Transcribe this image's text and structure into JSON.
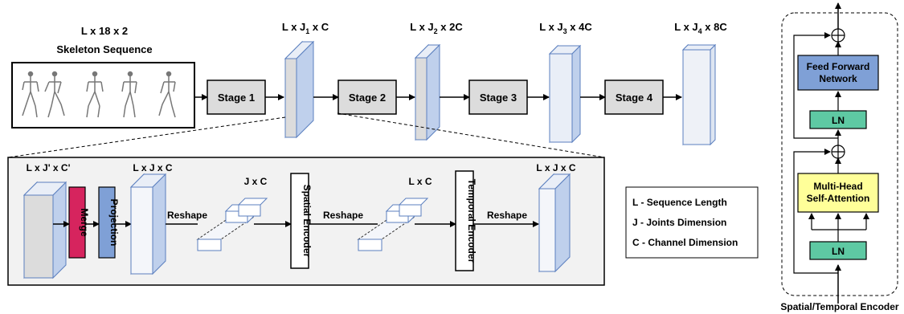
{
  "top": {
    "input_dims": "L x 18 x 2",
    "input_title": "Skeleton Sequence",
    "stages": [
      "Stage 1",
      "Stage 2",
      "Stage 3",
      "Stage 4"
    ],
    "dims": [
      {
        "base": "L x J",
        "sub": "1",
        "rest": " x C"
      },
      {
        "base": "L x J",
        "sub": "2",
        "rest": " x 2C"
      },
      {
        "base": "L x J",
        "sub": "3",
        "rest": "  x 4C"
      },
      {
        "base": "L x J",
        "sub": "4",
        "rest": " x 8C"
      }
    ]
  },
  "detail": {
    "in_dims": "L x J' x C'",
    "merge": "Merge",
    "projection": "Projection",
    "proj_dims": "L x J x C",
    "reshape1": "Reshape",
    "jxc": "J x C",
    "spatial": "Spatial Encoder",
    "reshape2": "Reshape",
    "lxc": "L x C",
    "temporal": "Temporal Encoder",
    "reshape3": "Reshape",
    "out_dims": "L x J x C"
  },
  "legend": [
    "L - Sequence Length",
    "J - Joints Dimension",
    "C - Channel Dimension"
  ],
  "encoder": {
    "ffn_line1": "Feed Forward",
    "ffn_line2": "Network",
    "ln_top": "LN",
    "mhsa_line1": "Multi-Head",
    "mhsa_line2": "Self-Attention",
    "ln_bottom": "LN",
    "caption": "Spatial/Temporal Encoder",
    "plus": "+"
  },
  "colors": {
    "block_front": "#dcdcdc",
    "block_side": "#bfd0ec",
    "block_top": "#e9eef7",
    "block_edge": "#5b7fbf",
    "merge": "#d6245e",
    "projection": "#7fa0d6",
    "ffn": "#7fa0d6",
    "ln": "#5ec9a3",
    "mhsa": "#ffff99",
    "detail_bg": "#f2f2f2"
  }
}
